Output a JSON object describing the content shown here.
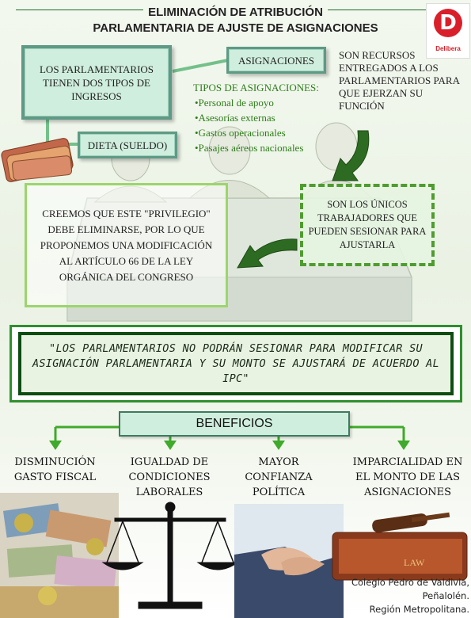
{
  "header": {
    "title_line1": "ELIMINACIÓN DE ATRIBUCIÓN",
    "title_line2": "PARLAMENTARIA DE AJUSTE DE ASIGNACIONES"
  },
  "logo": {
    "letter": "D",
    "name": "Delibera",
    "color": "#d9202a"
  },
  "income": {
    "main": "LOS PARLAMENTARIOS TIENEN DOS TIPOS DE INGRESOS",
    "asignaciones": "ASIGNACIONES",
    "dieta": "DIETA (SUELDO)",
    "recursos": "SON RECURSOS ENTREGADOS A LOS PARLAMENTARIOS PARA QUE EJERZAN SU FUNCIÓN"
  },
  "tipos": {
    "heading": "TIPOS DE ASIGNACIONES:",
    "items": [
      "•Personal de apoyo",
      "•Asesorías externas",
      "•Gastos operacionales",
      "•Pasajes aéreos nacionales"
    ]
  },
  "creemos": "CREEMOS QUE ESTE \"PRIVILEGIO\" DEBE ELIMINARSE, POR LO QUE PROPONEMOS UNA MODIFICACIÓN AL ARTÍCULO 66 DE LA LEY ORGÁNICA DEL CONGRESO",
  "unicos": "SON LOS ÚNICOS TRABAJADORES QUE PUEDEN SESIONAR PARA AJUSTARLA",
  "quote": "\"LOS PARLAMENTARIOS NO PODRÁN SESIONAR PARA MODIFICAR SU ASIGNACIÓN PARLAMENTARIA Y SU MONTO SE AJUSTARÁ DE ACUERDO AL IPC\"",
  "beneficios": {
    "heading": "BENEFICIOS",
    "items": [
      "DISMINUCIÓN GASTO FISCAL",
      "IGUALDAD DE CONDICIONES LABORALES",
      "MAYOR CONFIANZA POLÍTICA",
      "IMPARCIALIDAD EN EL MONTO DE LAS ASIGNACIONES"
    ]
  },
  "footer": {
    "line1": "Colegio Pedro de Valdivia,",
    "line2": "Peñalolén.",
    "line3": "Región Metropolitana."
  },
  "colors": {
    "accent_green": "#2e7d1a",
    "box_fill": "#cfeedd",
    "box_border": "#5e9a85",
    "dark_green": "#0d4d12"
  }
}
